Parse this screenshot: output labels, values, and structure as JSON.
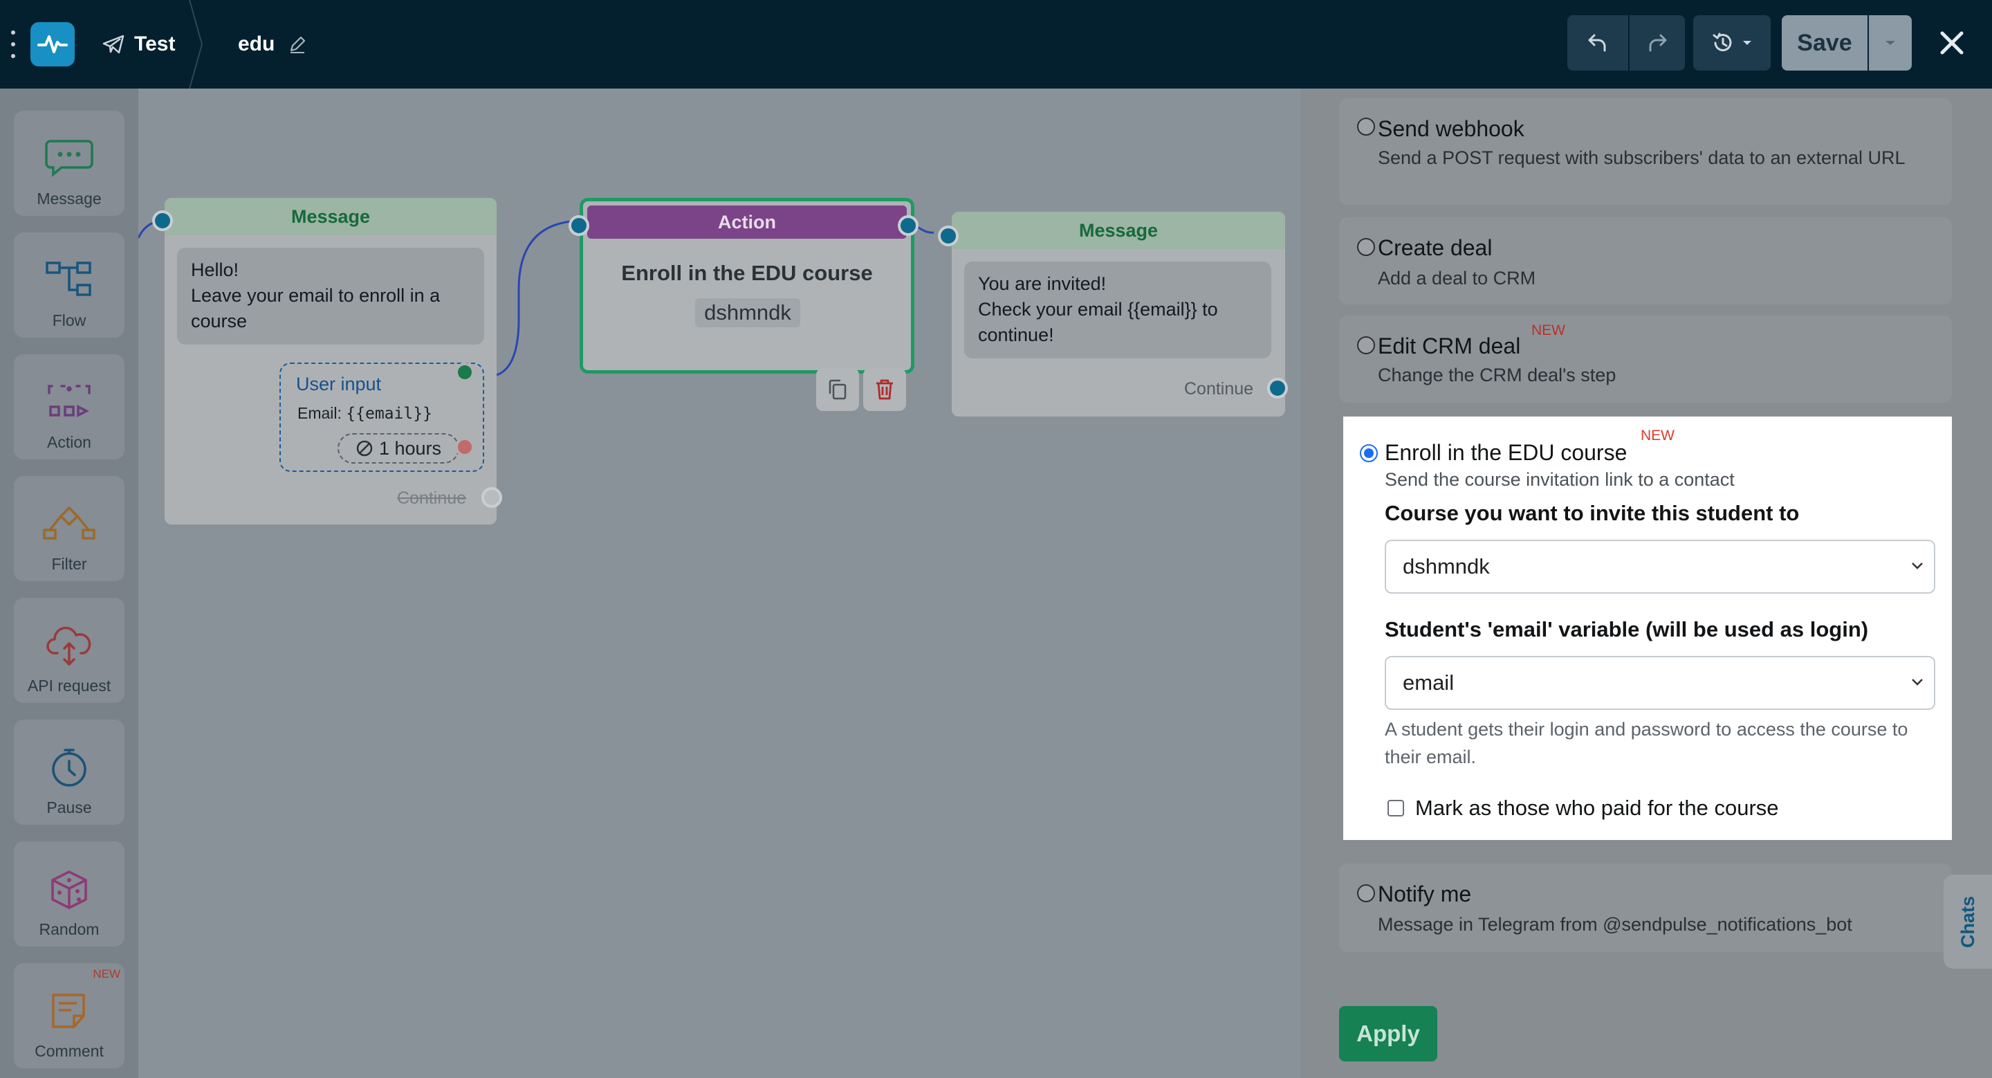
{
  "topbar": {
    "bot_name": "Test",
    "flow_name": "edu",
    "save_label": "Save"
  },
  "tools": [
    {
      "label": "Message",
      "icon": "message-icon",
      "color": "#1f7a52"
    },
    {
      "label": "Flow",
      "icon": "flow-icon",
      "color": "#17557e"
    },
    {
      "label": "Action",
      "icon": "action-icon",
      "color": "#6b3e7d"
    },
    {
      "label": "Filter",
      "icon": "filter-icon",
      "color": "#9b6a2a"
    },
    {
      "label": "API request",
      "icon": "api-request-icon",
      "color": "#9b3a3a"
    },
    {
      "label": "Pause",
      "icon": "pause-icon",
      "color": "#1b5277"
    },
    {
      "label": "Random",
      "icon": "random-icon",
      "color": "#8e3a78"
    },
    {
      "label": "Comment",
      "icon": "comment-icon",
      "color": "#a8662a",
      "badge": "NEW"
    }
  ],
  "canvas": {
    "node1": {
      "header": "Message",
      "text": [
        "Hello!",
        "Leave your email to enroll in a",
        "course"
      ],
      "user_input_title": "User input",
      "user_input_label": "Email:",
      "user_input_var": "{{email}}",
      "timeout": "1 hours",
      "continue": "Continue"
    },
    "node2": {
      "header": "Action",
      "title": "Enroll in the EDU course",
      "course": "dshmndk"
    },
    "node3": {
      "header": "Message",
      "text": [
        "You are invited!",
        "Check your email {{email}} to",
        "continue!"
      ],
      "continue": "Continue"
    }
  },
  "panel": {
    "options": [
      {
        "title": "Send webhook",
        "desc": "Send a POST request with subscribers' data to an external URL"
      },
      {
        "title": "Create deal",
        "desc": "Add a deal to CRM"
      },
      {
        "title": "Edit CRM deal",
        "badge": "NEW",
        "desc": "Change the CRM deal's step"
      },
      {
        "title": "Notify me",
        "desc": "Message in Telegram from @sendpulse_notifications_bot"
      }
    ],
    "selected": {
      "title": "Enroll in the EDU course",
      "badge": "NEW",
      "desc": "Send the course invitation link to a contact",
      "course_label": "Course you want to invite this student to",
      "course_value": "dshmndk",
      "email_label": "Student's 'email' variable (will be used as login)",
      "email_value": "email",
      "hint": "A student gets their login and password to access the course to their email.",
      "paid_label": "Mark as those who paid for the course",
      "paid_checked": false
    },
    "apply_label": "Apply",
    "chats_label": "Chats"
  }
}
